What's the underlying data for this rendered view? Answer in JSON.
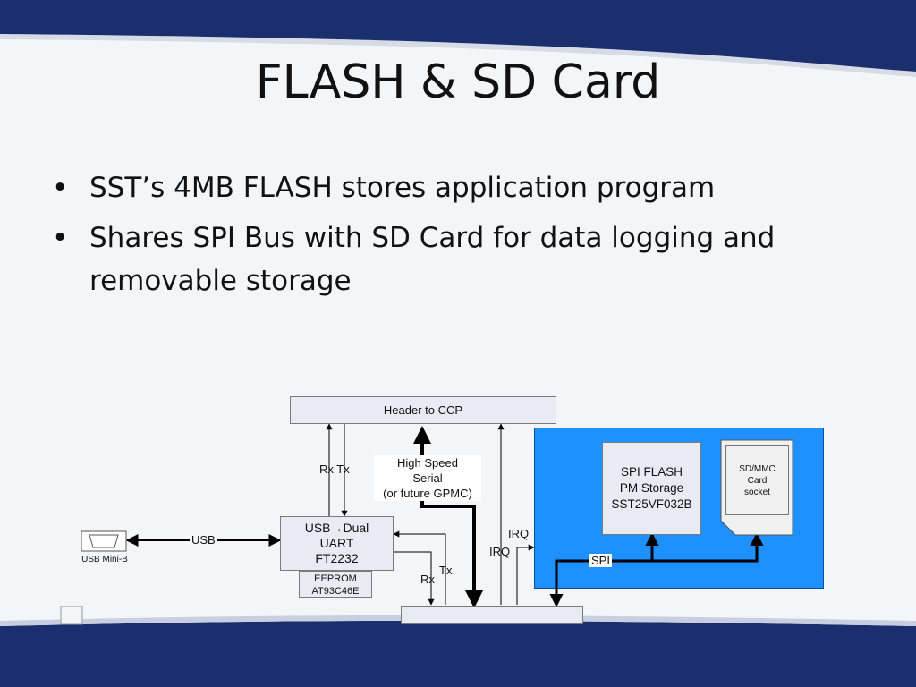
{
  "slide": {
    "title": "FLASH & SD Card",
    "bullets": [
      "SST’s 4MB FLASH stores application program",
      "Shares SPI Bus with SD Card for data logging and removable storage"
    ]
  },
  "diagram": {
    "header_box": "Header to CCP",
    "rx_tx_label": "Rx Tx",
    "high_speed_line1": "High Speed",
    "high_speed_line2": "Serial",
    "high_speed_line3": "(or future GPMC)",
    "uart_line1": "USB",
    "uart_arrow": "→",
    "uart_line1b": "Dual",
    "uart_line2": "UART",
    "uart_line3": "FT2232",
    "eeprom_line1": "EEPROM",
    "eeprom_line2": "AT93C46E",
    "usb_label": "USB",
    "usb_mini_label": "USB Mini-B",
    "irq_label_1": "IRQ",
    "irq_label_2": "IRQ",
    "tx_label": "Tx",
    "rx_label": "Rx",
    "spi_label": "SPI",
    "spi_flash_line1": "SPI FLASH",
    "spi_flash_line2": "PM Storage",
    "spi_flash_line3": "SST25VF032B",
    "sd_line1": "SD/MMC",
    "sd_line2": "Card",
    "sd_line3": "socket",
    "storage_panel_color": "#1e90ff"
  }
}
